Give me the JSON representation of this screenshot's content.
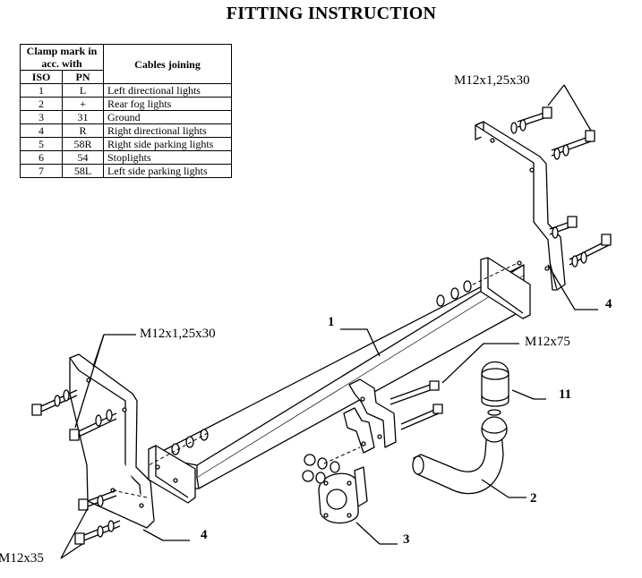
{
  "title": "FITTING INSTRUCTION",
  "table": {
    "header_clamp": "Clamp mark in acc. with",
    "header_cables": "Cables joining",
    "header_iso": "ISO",
    "header_pn": "PN",
    "rows": [
      {
        "iso": "1",
        "pn": "L",
        "cable": "Left directional lights"
      },
      {
        "iso": "2",
        "pn": "+",
        "cable": "Rear fog lights"
      },
      {
        "iso": "3",
        "pn": "31",
        "cable": "Ground"
      },
      {
        "iso": "4",
        "pn": "R",
        "cable": "Right directional lights"
      },
      {
        "iso": "5",
        "pn": "58R",
        "cable": "Right side parking lights"
      },
      {
        "iso": "6",
        "pn": "54",
        "cable": "Stoplights"
      },
      {
        "iso": "7",
        "pn": "58L",
        "cable": "Left side parking lights"
      }
    ]
  },
  "labels": {
    "bolt_right_bracket": "M12x1,25x30",
    "bolt_left_bracket": "M12x1,25x30",
    "bolt_ball": "M12x75",
    "bolt_lower_left": "M12x35"
  },
  "part_numbers": {
    "crossbar": "1",
    "tow_ball": "2",
    "socket_plate": "3",
    "bracket_right": "4",
    "bracket_left": "4",
    "ball_cover": "11"
  }
}
